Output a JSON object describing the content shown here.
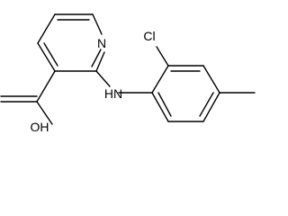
{
  "molecule": {
    "labels": {
      "ring_nitrogen": "N",
      "chlorine": "Cl",
      "amine": "HN",
      "hydroxyl": "OH"
    },
    "colors": {
      "bond": "#000000",
      "text": "#000000",
      "background": "#ffffff"
    }
  }
}
